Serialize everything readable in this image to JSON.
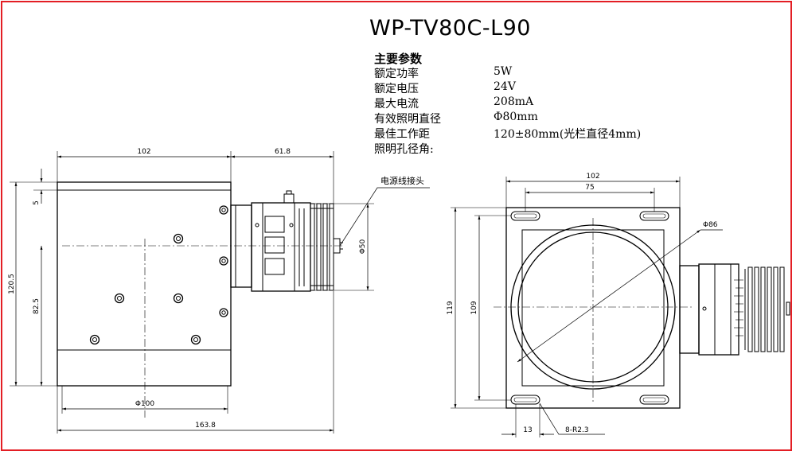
{
  "title": "WP-TV80C-L90",
  "params_heading": "主要参数",
  "params": [
    {
      "label": "额定功率",
      "value": "5W"
    },
    {
      "label": "额定电压",
      "value": "24V"
    },
    {
      "label": "最大电流",
      "value": "208mA"
    },
    {
      "label": "有效照明直径",
      "value": "Φ80mm"
    },
    {
      "label": "最佳工作距",
      "value": "120±80mm(光栏直径4mm)"
    },
    {
      "label": "照明孔径角:",
      "value": ""
    }
  ],
  "side_view": {
    "dim_width": "102",
    "dim_connector": "61.8",
    "dim_height": "120.5",
    "dim_offset": "5",
    "dim_lower": "82.5",
    "dim_diameter": "Φ100",
    "dim_total": "163.8",
    "dim_lens": "Φ50",
    "callout": "电源线接头"
  },
  "front_view": {
    "dim_width": "102",
    "dim_hole_spacing": "75",
    "dim_height": "119",
    "dim_hole_vertical": "109",
    "dim_aperture": "Φ86",
    "dim_hole_offset": "13",
    "dim_slot": "8-R2.3"
  },
  "colors": {
    "frame": "#e31e24",
    "line": "#000000"
  }
}
